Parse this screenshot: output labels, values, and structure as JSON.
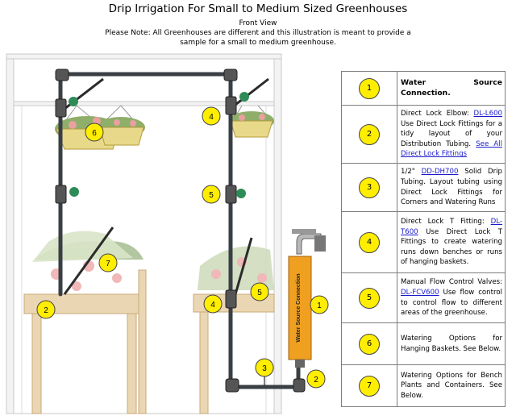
{
  "header": {
    "title": "Drip Irrigation For Small to Medium Sized Greenhouses",
    "subtitle": "Front View",
    "note_line1": "Please Note: All Greenhouses are different and this illustration is meant to provide a",
    "note_line2": "sample for a small to medium greenhouse."
  },
  "diagram": {
    "callouts": [
      "1",
      "2",
      "2",
      "3",
      "4",
      "4",
      "5",
      "5",
      "6",
      "7"
    ],
    "source_label": "Water Source Connection"
  },
  "legend": [
    {
      "num": "1",
      "lead": "",
      "link": "",
      "text": "Water Source Connection."
    },
    {
      "num": "2",
      "lead": "Direct Lock Elbow: ",
      "link": "DL-L600",
      "text": " Use Direct Lock Fittings for a tidy layout of your Distribution Tubing. ",
      "link2": "See All Direct Lock Fittings"
    },
    {
      "num": "3",
      "lead": "1/2\" ",
      "link": "DD-DH700",
      "text": " Solid Drip Tubing. Layout tubing using Direct Lock Fittings for Corners and Watering Runs"
    },
    {
      "num": "4",
      "lead": "Direct Lock T Fitting: ",
      "link": "DL-T600",
      "text": " Use Direct Lock T Fittings to create watering runs down benches or runs of hanging baskets."
    },
    {
      "num": "5",
      "lead": "Manual Flow Control Valves: ",
      "link": "DL-FCV600",
      "text": " Use flow control to control flow to different areas of the greenhouse."
    },
    {
      "num": "6",
      "lead": "",
      "link": "",
      "text": "Watering Options for Hanging Baskets. See Below."
    },
    {
      "num": "7",
      "lead": "",
      "link": "",
      "text": "Watering Options for Bench Plants and Containers. See Below."
    }
  ],
  "colors": {
    "callout": "#ffee00",
    "pipe": "#3a3f45",
    "valve": "#2e8b57",
    "source": "#f0a020"
  }
}
